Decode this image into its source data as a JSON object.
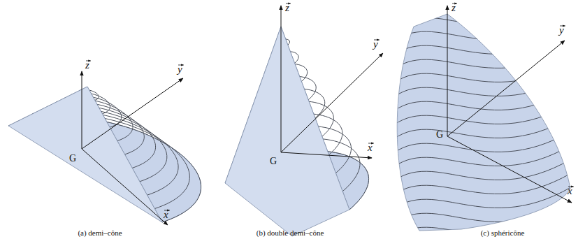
{
  "diagram": {
    "labels": [
      "z",
      "y",
      "G",
      "x",
      "(a) demi–cône",
      "z",
      "y",
      "G",
      "x",
      "(b) double demi–cône",
      "z",
      "y",
      "G",
      "x",
      "(c) sphéricône"
    ]
  }
}
